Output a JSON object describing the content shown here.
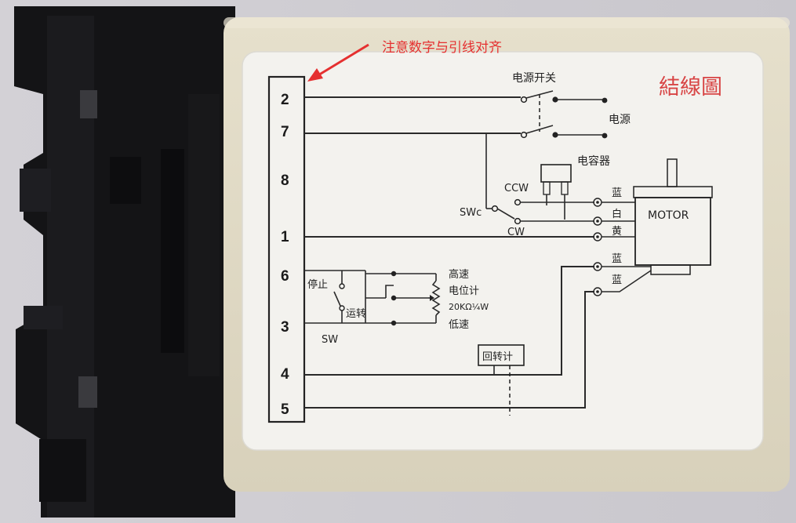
{
  "annotation": {
    "note": "注意数字与引线对齐",
    "color": "#e53030"
  },
  "label": {
    "title": "結線圖",
    "title_color": "#d84545",
    "terminals": [
      "2",
      "7",
      "8",
      "1",
      "6",
      "3",
      "4",
      "5"
    ],
    "power_switch": "电源开关",
    "power": "电源",
    "capacitor": "电容器",
    "ccw": "CCW",
    "cw": "CW",
    "swc": "SWc",
    "motor": "MOTOR",
    "wire_blue_1": "蓝",
    "wire_white": "白",
    "wire_yellow": "黄",
    "wire_blue_2": "蓝",
    "wire_blue_3": "蓝",
    "stop": "停止",
    "run": "运转",
    "sw": "SW",
    "high_speed": "高速",
    "potentiometer": "电位计",
    "pot_rating": "20KΩ¼W",
    "low_speed": "低速",
    "tachometer": "回转计"
  }
}
